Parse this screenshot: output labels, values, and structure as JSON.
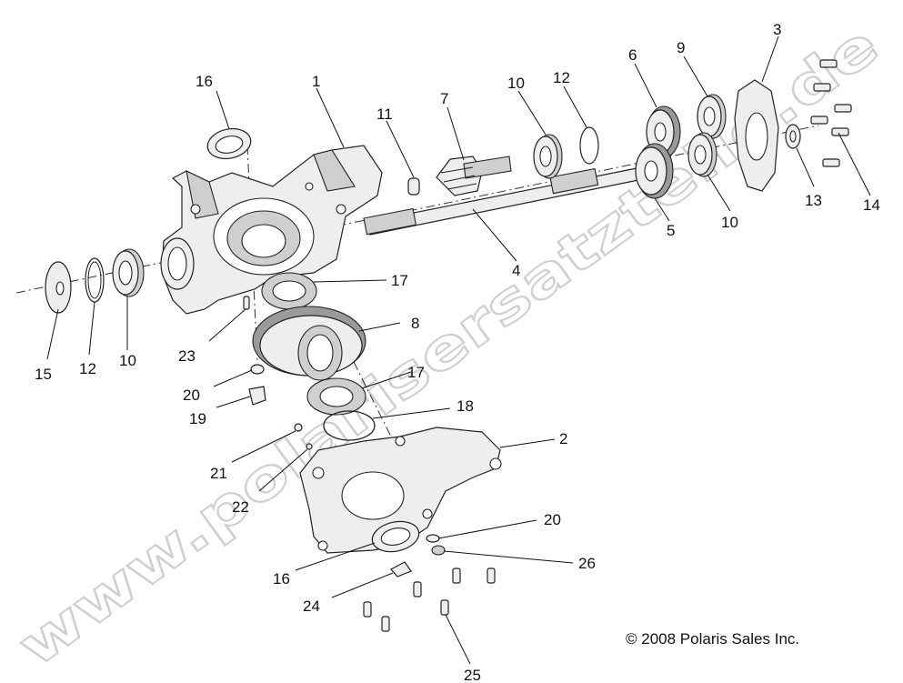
{
  "watermark": "www.polarisersatzteile.de",
  "copyright": "© 2008 Polaris Sales Inc.",
  "callouts": {
    "c1": "1",
    "c2": "2",
    "c3": "3",
    "c4": "4",
    "c5": "5",
    "c6": "6",
    "c7": "7",
    "c8": "8",
    "c9": "9",
    "c10a": "10",
    "c10b": "10",
    "c10c": "10",
    "c11": "11",
    "c12a": "12",
    "c12b": "12",
    "c13": "13",
    "c14": "14",
    "c15": "15",
    "c16a": "16",
    "c16b": "16",
    "c17a": "17",
    "c17b": "17",
    "c18": "18",
    "c19": "19",
    "c20a": "20",
    "c20b": "20",
    "c21": "21",
    "c22": "22",
    "c23": "23",
    "c24": "24",
    "c25": "25",
    "c26": "26"
  }
}
